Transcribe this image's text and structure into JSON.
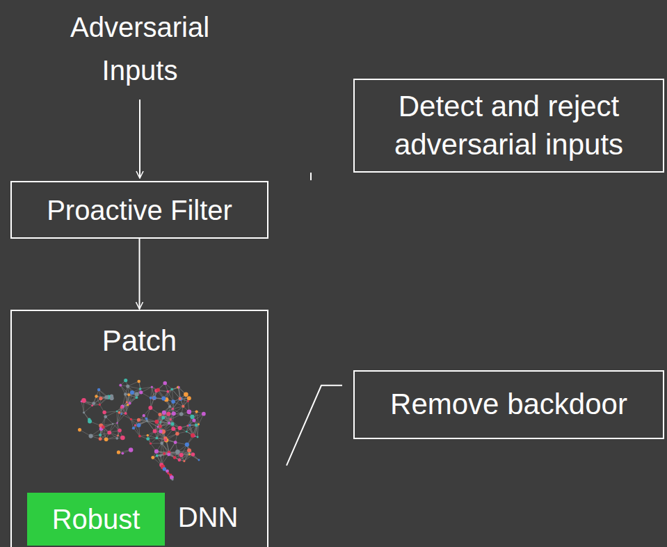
{
  "diagram": {
    "nodes": [
      {
        "text": [
          "Proactive Filter"
        ]
      },
      {
        "text": [
          "Patch",
          "DNN"
        ]
      },
      {
        "text": [
          "Robust"
        ],
        "in": 1
      },
      {
        "text": [
          "Detect and reject adversarial inputs"
        ]
      },
      {
        "text": [
          "Remove backdoor"
        ]
      }
    ],
    "edges": [
      {
        "from": 0,
        "to": 1,
        "arrow": "to"
      },
      {
        "from": 3,
        "to": 0,
        "arrow": "none"
      },
      {
        "from": 4,
        "to": 1,
        "arrow": "none"
      }
    ],
    "labels": [
      "Adversarial Inputs"
    ]
  }
}
